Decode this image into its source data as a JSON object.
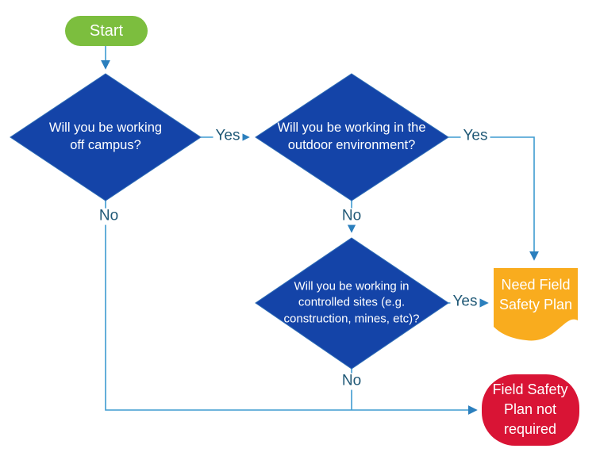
{
  "title": "Field Safety Plan decision flowchart",
  "colors": {
    "diamond_fill": "#1444A8",
    "diamond_stroke": "#2E6DB5",
    "start_fill": "#7CBE3E",
    "need_plan_fill": "#F9AC1E",
    "not_required_fill": "#D91435",
    "connector": "#3E9BD0",
    "arrowhead": "#2B7FBD",
    "edge_label_text": "#1F5876",
    "node_text": "#FFFFFF"
  },
  "nodes": {
    "start": {
      "label": "Start"
    },
    "off_campus": {
      "lines": [
        "Will you be working",
        "off campus?"
      ]
    },
    "outdoor": {
      "lines": [
        "Will you be working in the",
        "outdoor environment?"
      ]
    },
    "controlled": {
      "lines": [
        "Will you be working in",
        "controlled sites (e.g.",
        "construction, mines, etc)?"
      ]
    },
    "need_plan": {
      "lines": [
        "Need Field",
        "Safety Plan"
      ]
    },
    "not_required": {
      "lines": [
        "Field Safety",
        "Plan not",
        "required"
      ]
    }
  },
  "edge_labels": {
    "off_campus_yes": "Yes",
    "off_campus_no": "No",
    "outdoor_yes": "Yes",
    "outdoor_no": "No",
    "controlled_yes": "Yes",
    "controlled_no": "No"
  }
}
